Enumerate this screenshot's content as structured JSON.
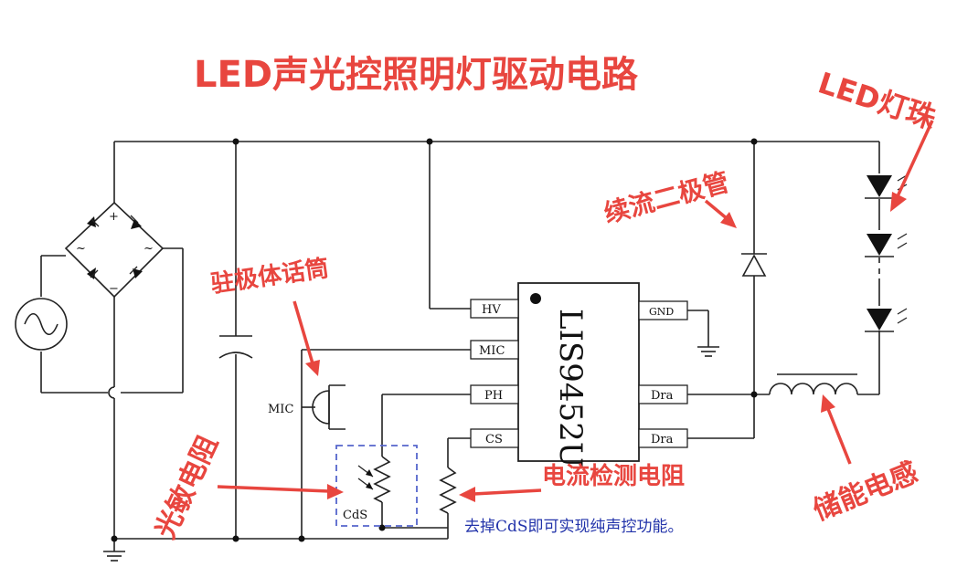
{
  "title": "LED声光控照明灯驱动电路",
  "chip": {
    "name": "LIS9452U",
    "pins_left": [
      "HV",
      "MIC",
      "PH",
      "CS"
    ],
    "pins_right": [
      "GND",
      "Dra",
      "Dra"
    ]
  },
  "labels": {
    "mic": "MIC",
    "cds": "CdS",
    "note": "去掉CdS即可实现纯声控功能。"
  },
  "callouts": {
    "led_beads": "LED灯珠",
    "freewheel_diode": "续流二极管",
    "electret_mic": "驻极体话筒",
    "photoresistor": "光敏电阻",
    "current_sense": "电流检测电阻",
    "inductor": "储能电感"
  },
  "colors": {
    "annotation": "#e8463f",
    "note": "#2233aa",
    "cds_box": "#5566cc"
  }
}
